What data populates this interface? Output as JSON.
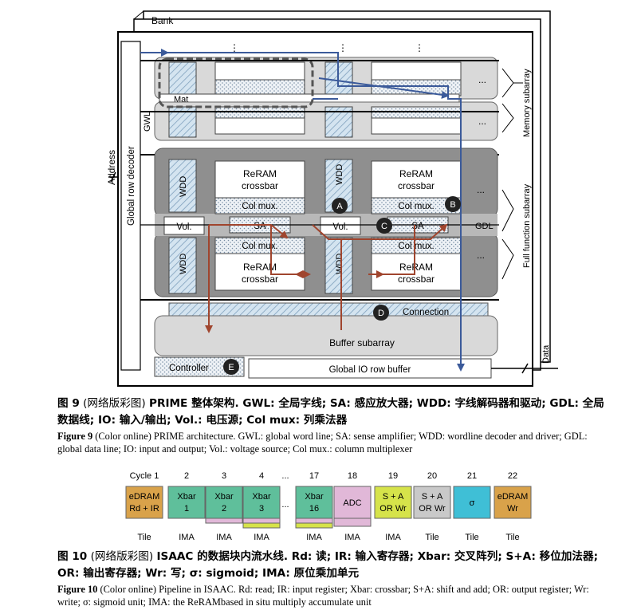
{
  "fig9": {
    "labels": {
      "bank": "Bank",
      "address": "Address",
      "global_row_decoder": "Global row decoder",
      "gwl": "GWL",
      "mat": "Mat",
      "memory_subarray": "Memory subarray",
      "full_function_subarray": "Full function subarray",
      "data": "Data",
      "gdl": "GDL",
      "wdd": "WDD",
      "reram": "ReRAM",
      "crossbar": "crossbar",
      "col_mux": "Col mux.",
      "sa": "SA",
      "vol": "Vol.",
      "connection": "Connection",
      "buffer_subarray": "Buffer subarray",
      "controller": "Controller",
      "global_io_row_buffer": "Global IO row buffer",
      "ellipsis": "...",
      "vdots": "⋮",
      "markers": [
        "A",
        "B",
        "C",
        "D",
        "E"
      ]
    },
    "caption_cn_head": "图 9",
    "caption_cn_prefix": "(网络版彩图)",
    "caption_cn_bold": "PRIME 整体架构. GWL: 全局字线; SA: 感应放大器; WDD: 字线解码器和驱动; GDL: 全局数据线; IO: 输入/输出; Vol.: 电压源; Col mux: 列乘法器",
    "caption_en_head": "Figure 9",
    "caption_en_body": "(Color online) PRIME architecture. GWL: global word line; SA: sense amplifier; WDD: wordline decoder and driver; GDL: global data line; IO: input and output; Vol.: voltage source; Col mux.: column multiplexer"
  },
  "fig10": {
    "cycle_labels": [
      "Cycle 1",
      "2",
      "3",
      "4",
      "...",
      "17",
      "18",
      "19",
      "20",
      "21",
      "22"
    ],
    "stages": [
      {
        "line1": "eDRAM",
        "line2": "Rd + IR",
        "unit": "Tile",
        "color": "#d9a24a"
      },
      {
        "line1": "Xbar",
        "line2": "1",
        "unit": "IMA",
        "color": "#5fbf9b"
      },
      {
        "line1": "Xbar",
        "line2": "2",
        "unit": "IMA",
        "color": "#5fbf9b"
      },
      {
        "line1": "Xbar",
        "line2": "3",
        "unit": "IMA",
        "color": "#5fbf9b"
      },
      {
        "line1": "...",
        "line2": "",
        "unit": "",
        "color": ""
      },
      {
        "line1": "Xbar",
        "line2": "16",
        "unit": "IMA",
        "color": "#5fbf9b"
      },
      {
        "line1": "ADC",
        "line2": "",
        "unit": "IMA",
        "color": "#e1b8d8"
      },
      {
        "line1": "S + A",
        "line2": "OR Wr",
        "unit": "IMA",
        "color": "#d6e34a"
      },
      {
        "line1": "S + A",
        "line2": "OR Wr",
        "unit": "Tile",
        "color": "#c9c9c9"
      },
      {
        "line1": "σ",
        "line2": "",
        "unit": "Tile",
        "color": "#3fbfd6"
      },
      {
        "line1": "eDRAM",
        "line2": "Wr",
        "unit": "Tile",
        "color": "#d9a24a"
      }
    ],
    "caption_cn_head": "图 10",
    "caption_cn_prefix": "(网络版彩图)",
    "caption_cn_bold": "ISAAC 的数据块内流水线. Rd: 读; IR: 输入寄存器; Xbar: 交叉阵列; S+A: 移位加法器; OR: 输出寄存器; Wr: 写; σ: sigmoid; IMA: 原位乘加单元",
    "caption_en_head": "Figure 10",
    "caption_en_body": "(Color online) Pipeline in ISAAC. Rd: read; IR: input register; Xbar: crossbar; S+A: shift and add; OR: output register; Wr: write; σ: sigmoid unit; IMA: the ReRAMbased in situ multiply accumulate unit"
  }
}
